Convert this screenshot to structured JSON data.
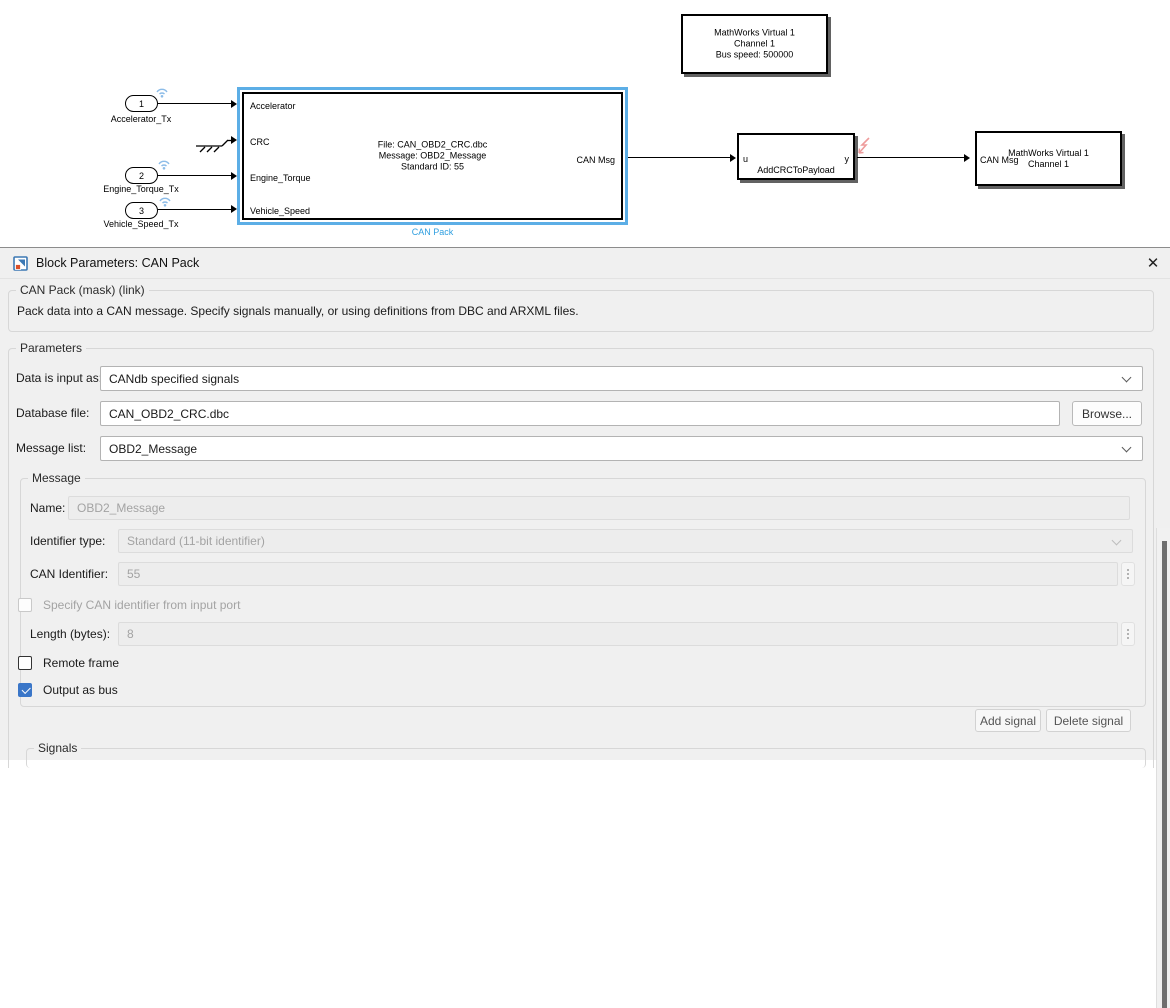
{
  "colors": {
    "selection_blue": "#5caee6",
    "block_name_blue": "#2f9fe0",
    "logging_badge_blue": "#8cbce8",
    "streaming_badge_red": "#ee9c9c",
    "checkbox_accent": "#3a76c8",
    "dialog_bg": "#f0f0f0"
  },
  "diagram": {
    "config_block": {
      "line1": "MathWorks Virtual 1",
      "line2": "Channel 1",
      "line3": "Bus speed: 500000"
    },
    "inports": [
      {
        "number": "1",
        "label": "Accelerator_Tx"
      },
      {
        "number": "2",
        "label": "Engine_Torque_Tx"
      },
      {
        "number": "3",
        "label": "Vehicle_Speed_Tx"
      }
    ],
    "can_pack": {
      "ports": [
        "Accelerator",
        "CRC",
        "Engine_Torque",
        "Vehicle_Speed"
      ],
      "line1": "File: CAN_OBD2_CRC.dbc",
      "line2": "Message: OBD2_Message",
      "line3": "Standard ID: 55",
      "output_port": "CAN Msg",
      "name": "CAN Pack"
    },
    "crc_block": {
      "input_port": "u",
      "output_port": "y",
      "name": "AddCRCToPayload"
    },
    "transmit_block": {
      "input_port": "CAN Msg",
      "line1": "MathWorks Virtual 1",
      "line2": "Channel 1"
    }
  },
  "dialog": {
    "title": "Block Parameters: CAN Pack",
    "icons": {
      "close": "✕"
    },
    "mask_group": {
      "title": "CAN Pack (mask) (link)",
      "description": "Pack data into a CAN message. Specify signals manually, or using definitions from DBC and ARXML files."
    },
    "parameters": {
      "title": "Parameters",
      "data_is_input_as": {
        "label": "Data is input as:",
        "value": "CANdb specified signals"
      },
      "database_file": {
        "label": "Database file:",
        "value": "CAN_OBD2_CRC.dbc",
        "browse": "Browse..."
      },
      "message_list": {
        "label": "Message list:",
        "value": "OBD2_Message"
      },
      "message": {
        "title": "Message",
        "name": {
          "label": "Name:",
          "value": "OBD2_Message"
        },
        "identifier_type": {
          "label": "Identifier type:",
          "value": "Standard (11-bit identifier)"
        },
        "can_identifier": {
          "label": "CAN Identifier:",
          "value": "55"
        },
        "specify_can_id": {
          "label": "Specify CAN identifier from input port",
          "checked": false,
          "enabled": false
        },
        "length_bytes": {
          "label": "Length (bytes):",
          "value": "8"
        },
        "remote_frame": {
          "label": "Remote frame",
          "checked": false
        },
        "output_as_bus": {
          "label": "Output as bus",
          "checked": true
        }
      },
      "add_signal": "Add signal",
      "delete_signal": "Delete signal",
      "signals": {
        "title": "Signals"
      }
    }
  }
}
